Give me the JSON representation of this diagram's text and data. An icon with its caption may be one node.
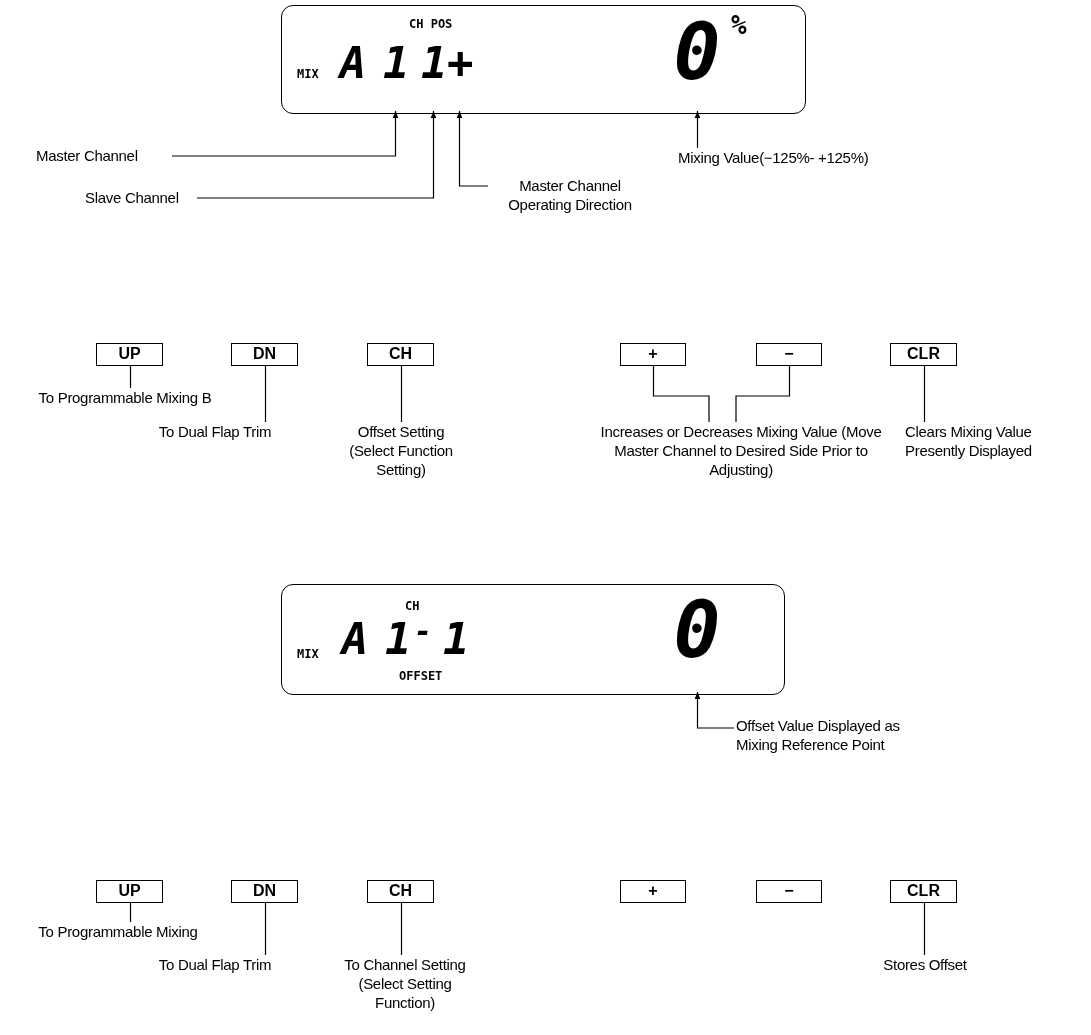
{
  "diagram": {
    "nodes": [
      {
        "text": [
          "CH POS",
          "MIX",
          "%"
        ]
      },
      {
        "text": [
          "A"
        ],
        "in": 0
      },
      {
        "text": [
          "1"
        ],
        "in": 0
      },
      {
        "text": [
          "1"
        ],
        "in": 0
      },
      {
        "text": [
          "+"
        ],
        "in": 0
      },
      {
        "text": [
          "0"
        ],
        "in": 0
      },
      {
        "text": [
          "Master Channel"
        ]
      },
      {
        "text": [
          "Slave Channel"
        ]
      },
      {
        "text": [
          "Master Channel Operating Direction"
        ]
      },
      {
        "text": [
          "Mixing Value(−125%- +125%)"
        ]
      },
      {
        "text": [
          "UP"
        ]
      },
      {
        "text": [
          "DN"
        ]
      },
      {
        "text": [
          "CH"
        ]
      },
      {
        "text": [
          "+"
        ]
      },
      {
        "text": [
          "−"
        ]
      },
      {
        "text": [
          "CLR"
        ]
      },
      {
        "text": [
          "To Programmable Mixing B"
        ]
      },
      {
        "text": [
          "To Dual Flap Trim"
        ]
      },
      {
        "text": [
          "Offset Setting (Select Function Setting)"
        ]
      },
      {
        "text": [
          "Increases or Decreases Mixing Value (Move Master Channel to Desired Side Prior to Adjusting)"
        ]
      },
      {
        "text": [
          "Clears Mixing Value Presently Displayed"
        ]
      },
      {
        "text": [
          "CH",
          "MIX",
          "OFFSET"
        ]
      },
      {
        "text": [
          "A"
        ],
        "in": 21
      },
      {
        "text": [
          "1"
        ],
        "in": 21
      },
      {
        "text": [
          "-"
        ],
        "in": 21
      },
      {
        "text": [
          "1"
        ],
        "in": 21
      },
      {
        "text": [
          "0"
        ],
        "in": 21
      },
      {
        "text": [
          "Offset Value Displayed as Mixing Reference Point"
        ]
      },
      {
        "text": [
          "UP"
        ]
      },
      {
        "text": [
          "DN"
        ]
      },
      {
        "text": [
          "CH"
        ]
      },
      {
        "text": [
          "+"
        ]
      },
      {
        "text": [
          "−"
        ]
      },
      {
        "text": [
          "CLR"
        ]
      },
      {
        "text": [
          "To Programmable Mixing"
        ]
      },
      {
        "text": [
          "To Dual Flap Trim"
        ]
      },
      {
        "text": [
          "To Channel Setting (Select Setting Function)"
        ]
      },
      {
        "text": [
          "Stores Offset"
        ]
      }
    ],
    "edges": [
      {
        "from": 6,
        "to": 2,
        "arrow": "to"
      },
      {
        "from": 7,
        "to": 3,
        "arrow": "to"
      },
      {
        "from": 8,
        "to": 4,
        "arrow": "to"
      },
      {
        "from": 9,
        "to": 5,
        "arrow": "to"
      },
      {
        "from": 16,
        "to": 10,
        "arrow": "none"
      },
      {
        "from": 17,
        "to": 11,
        "arrow": "none"
      },
      {
        "from": 18,
        "to": 12,
        "arrow": "none"
      },
      {
        "from": 19,
        "to": 13,
        "arrow": "none"
      },
      {
        "from": 19,
        "to": 14,
        "arrow": "none"
      },
      {
        "from": 20,
        "to": 15,
        "arrow": "none"
      },
      {
        "from": 27,
        "to": 26,
        "arrow": "to"
      },
      {
        "from": 34,
        "to": 28,
        "arrow": "none"
      },
      {
        "from": 35,
        "to": 29,
        "arrow": "none"
      },
      {
        "from": 36,
        "to": 30,
        "arrow": "none"
      },
      {
        "from": 37,
        "to": 33,
        "arrow": "none"
      }
    ]
  }
}
